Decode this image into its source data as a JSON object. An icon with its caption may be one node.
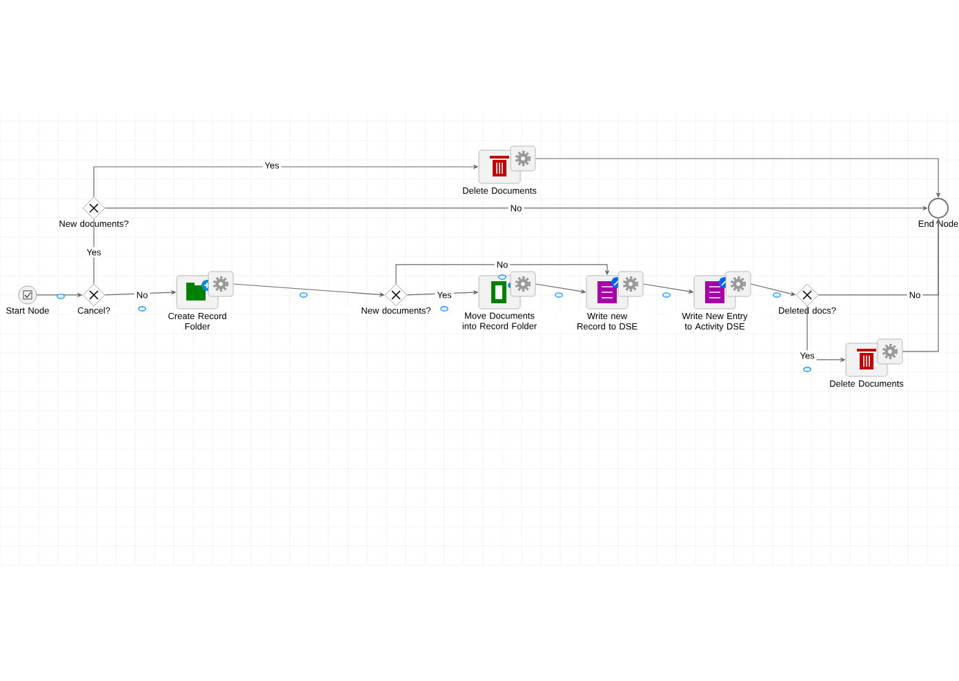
{
  "diagram": {
    "nodes": [
      {
        "text": [
          "Start Node"
        ]
      },
      {
        "text": [
          "Cancel?"
        ]
      },
      {
        "text": [
          "New documents?"
        ]
      },
      {
        "text": [
          "Delete Documents"
        ]
      },
      {
        "text": [
          "End Node"
        ]
      },
      {
        "text": [
          "Create Record Folder"
        ]
      },
      {
        "text": [
          "New documents?"
        ]
      },
      {
        "text": [
          "Move Documents into Record Folder"
        ]
      },
      {
        "text": [
          "Write new Record to DSE"
        ]
      },
      {
        "text": [
          "Write New Entry to Activity DSE"
        ]
      },
      {
        "text": [
          "Deleted docs?"
        ]
      },
      {
        "text": [
          "Delete Documents"
        ]
      }
    ],
    "edges": [
      {
        "from": 0,
        "to": 1,
        "arrow": "to"
      },
      {
        "from": 1,
        "to": 2,
        "arrow": "none",
        "label": "Yes"
      },
      {
        "from": 1,
        "to": 5,
        "arrow": "to",
        "label": "No"
      },
      {
        "from": 2,
        "to": 3,
        "arrow": "to",
        "label": "Yes"
      },
      {
        "from": 2,
        "to": 4,
        "arrow": "to",
        "label": "No"
      },
      {
        "from": 3,
        "to": 4,
        "arrow": "to"
      },
      {
        "from": 5,
        "to": 6,
        "arrow": "to"
      },
      {
        "from": 6,
        "to": 7,
        "arrow": "to",
        "label": "Yes"
      },
      {
        "from": 6,
        "to": 8,
        "arrow": "to",
        "label": "No"
      },
      {
        "from": 7,
        "to": 8,
        "arrow": "to"
      },
      {
        "from": 8,
        "to": 9,
        "arrow": "to"
      },
      {
        "from": 9,
        "to": 10,
        "arrow": "to"
      },
      {
        "from": 10,
        "to": 4,
        "arrow": "to",
        "label": "No"
      },
      {
        "from": 10,
        "to": 11,
        "arrow": "to",
        "label": "Yes"
      },
      {
        "from": 11,
        "to": 4,
        "arrow": "to"
      }
    ]
  }
}
